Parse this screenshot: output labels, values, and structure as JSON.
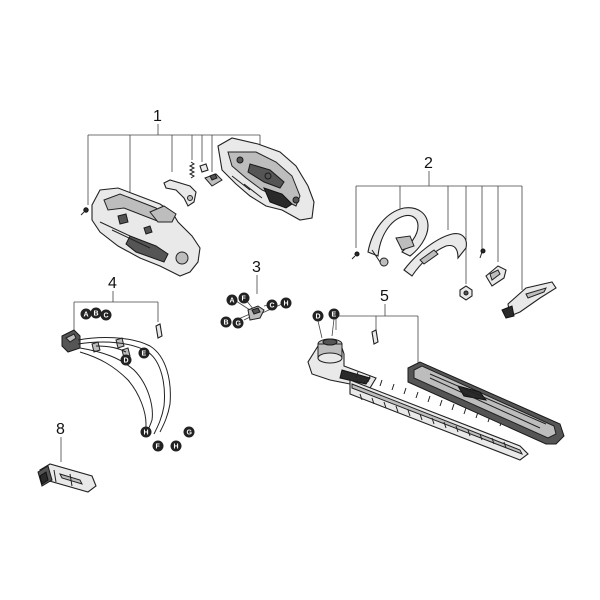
{
  "callouts": {
    "c1": "1",
    "c2": "2",
    "c3": "3",
    "c4": "4",
    "c5": "5",
    "c8": "8"
  },
  "tags": {
    "g3_A": "A",
    "g3_F": "F",
    "g3_B": "B",
    "g3_G": "G",
    "g3_C": "C",
    "g3_H": "H",
    "g4_A": "A",
    "g4_B": "B",
    "g4_C": "C",
    "g4_D": "D",
    "g4_E": "E",
    "g4_H1": "H",
    "g4_F": "F",
    "g4_H2": "H",
    "g4_G": "G",
    "g5_D": "D",
    "g5_E": "E"
  },
  "colors": {
    "tag_fill": "#222222",
    "line": "#444444"
  }
}
